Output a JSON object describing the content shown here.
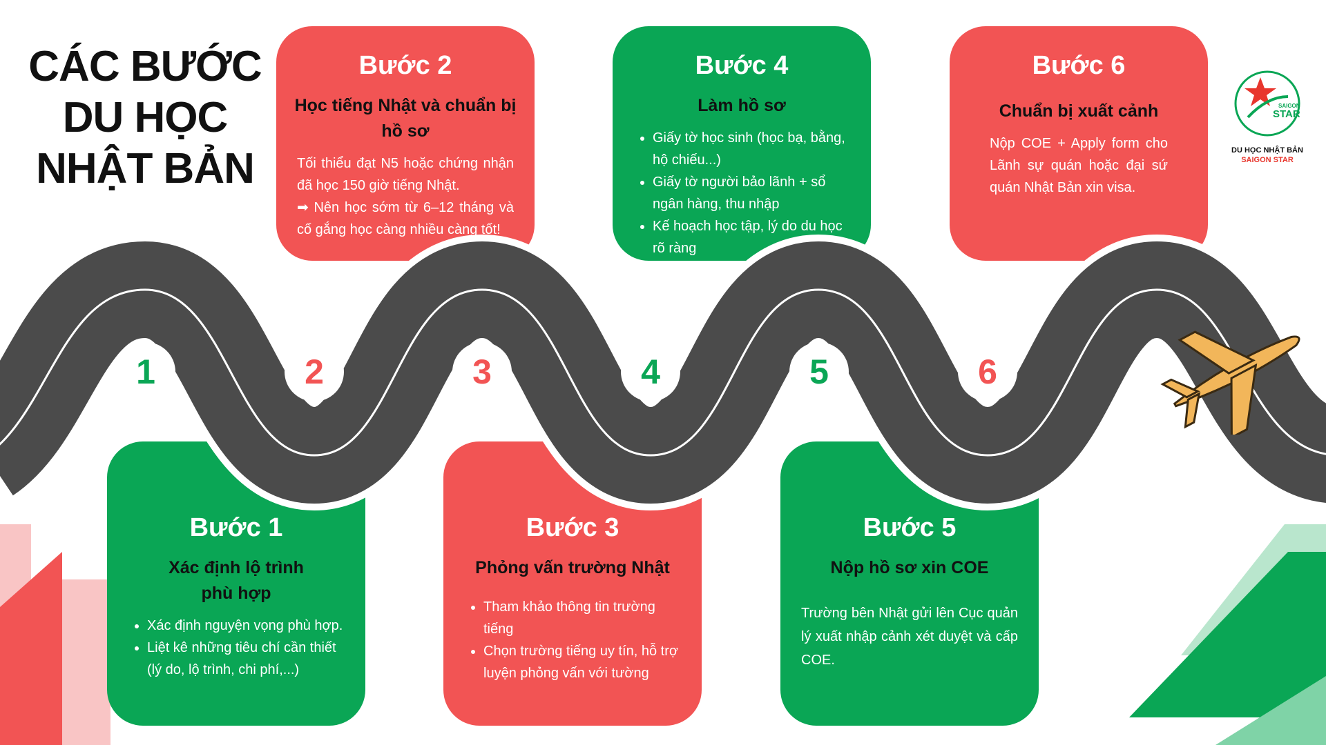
{
  "title_lines": [
    "CÁC BƯỚC",
    "DU HỌC",
    "NHẬT BẢN"
  ],
  "colors": {
    "green": "#0aa655",
    "red": "#f25454",
    "road": "#4b4b4b",
    "plane": "#f2b65a"
  },
  "steps": [
    {
      "number": "1",
      "title": "Bước 1",
      "subtitle": "Xác định lộ trình phù hợp",
      "bullets": [
        "Xác định nguyện vọng phù hợp.",
        "Liệt kê những tiêu chí cần thiết (lý do, lộ trình, chi phí,...)"
      ]
    },
    {
      "number": "2",
      "title": "Bước 2",
      "subtitle": "Học tiếng Nhật và chuẩn bị hồ sơ",
      "paragraph_1": "Tối thiểu đạt N5 hoặc chứng nhận đã học 150 giờ tiếng Nhật.",
      "paragraph_2": "➡ Nên học sớm từ 6–12 tháng và cố gắng học càng nhiều càng tốt!"
    },
    {
      "number": "3",
      "title": "Bước 3",
      "subtitle": "Phỏng vấn trường Nhật",
      "bullets": [
        "Tham khảo thông tin trường tiếng",
        "Chọn trường tiếng uy tín, hỗ trợ luyện phỏng vấn với tường"
      ]
    },
    {
      "number": "4",
      "title": "Bước 4",
      "subtitle": "Làm hồ sơ",
      "bullets": [
        "Giấy tờ học sinh (học bạ, bằng, hộ chiếu...)",
        "Giấy tờ người bảo lãnh + sổ ngân hàng, thu nhập",
        "Kế hoạch học tập, lý do du học rõ ràng"
      ]
    },
    {
      "number": "5",
      "title": "Bước 5",
      "subtitle": "Nộp hồ sơ xin COE",
      "paragraph_1": "Trường bên Nhật gửi lên Cục quản lý xuất nhập cảnh xét duyệt và cấp COE."
    },
    {
      "number": "6",
      "title": "Bước 6",
      "subtitle": "Chuẩn bị xuất cảnh",
      "paragraph_1": "Nộp COE + Apply form cho Lãnh sự quán hoặc đại sứ quán Nhật Bản xin visa."
    }
  ],
  "logo": {
    "brand_small": "SAIGON",
    "brand_big": "STAR",
    "caption_1": "DU HỌC NHẬT BẢN",
    "caption_2": "SAIGON STAR"
  }
}
